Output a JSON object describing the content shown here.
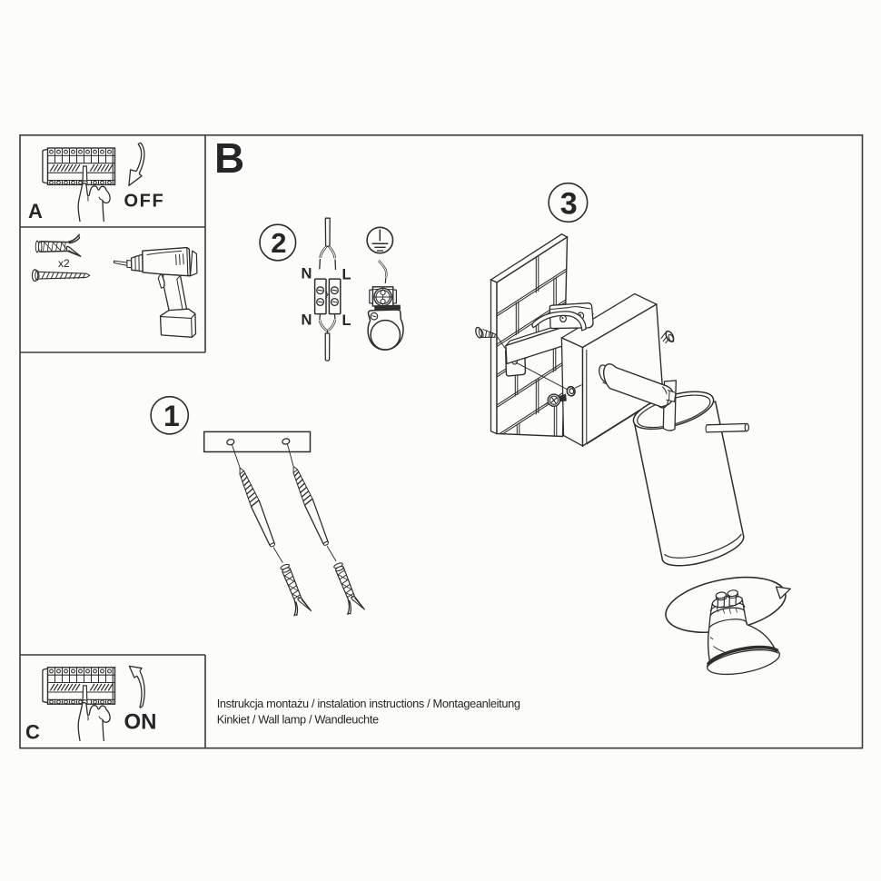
{
  "document": {
    "type": "instruction-manual-diagram",
    "background_color": "#fcfcfb",
    "ink_color": "#2e2e2e"
  },
  "sections": {
    "section_b_label": "B",
    "power_off_box": {
      "label": "A",
      "status": "OFF"
    },
    "tools_box": {
      "quantity_label": "x2"
    },
    "wiring_step": {
      "number": "2",
      "terminal_top_n": "N",
      "terminal_top_l": "L",
      "terminal_bottom_n": "N",
      "terminal_bottom_l": "L"
    },
    "mounting_step": {
      "number": "3"
    },
    "drilling_step": {
      "number": "1"
    },
    "power_on_box": {
      "label": "C",
      "status": "ON"
    }
  },
  "footer": {
    "line1": "Instrukcja montażu / instalation instructions / Montageanleitung",
    "line2": "Kinkiet / Wall lamp / Wandleuchte"
  }
}
